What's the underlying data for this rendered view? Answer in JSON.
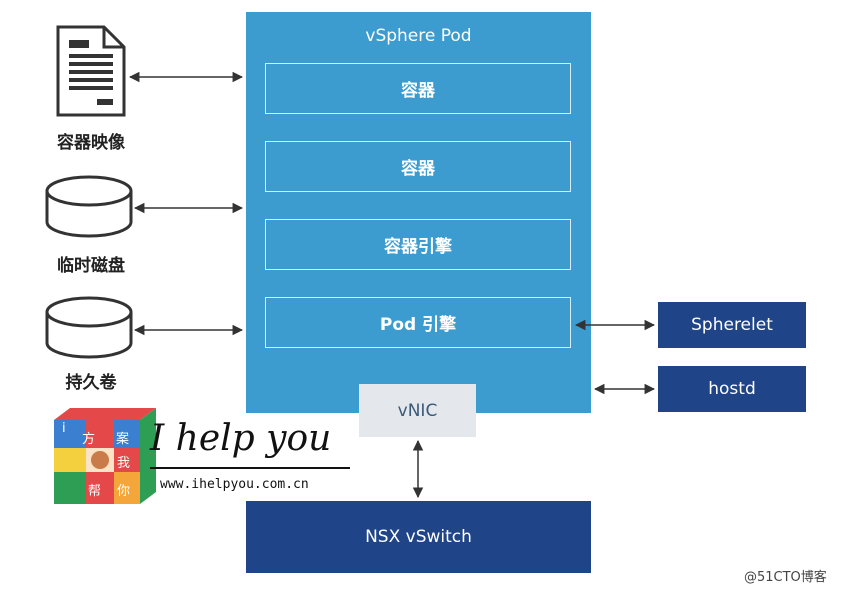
{
  "pod": {
    "title": "vSphere Pod",
    "boxes": [
      "容器",
      "容器",
      "容器引擎",
      "Pod 引擎"
    ],
    "vnic": "vNIC"
  },
  "left": {
    "image_label": "容器映像",
    "temp_disk_label": "临时磁盘",
    "volume_label": "持久卷"
  },
  "right": {
    "spherelet": "Spherelet",
    "hostd": "hostd"
  },
  "network": {
    "switch": "NSX vSwitch"
  },
  "logo": {
    "text": "I help you",
    "url": "www.ihelpyou.com.cn",
    "cube_chars": [
      "i",
      "方",
      "案",
      "我",
      "帮",
      "你"
    ]
  },
  "watermark": "@51CTO博客",
  "colors": {
    "pod_blue": "#3d9ccf",
    "navy": "#1f4488",
    "vnic_gray": "#e4e8ec"
  }
}
